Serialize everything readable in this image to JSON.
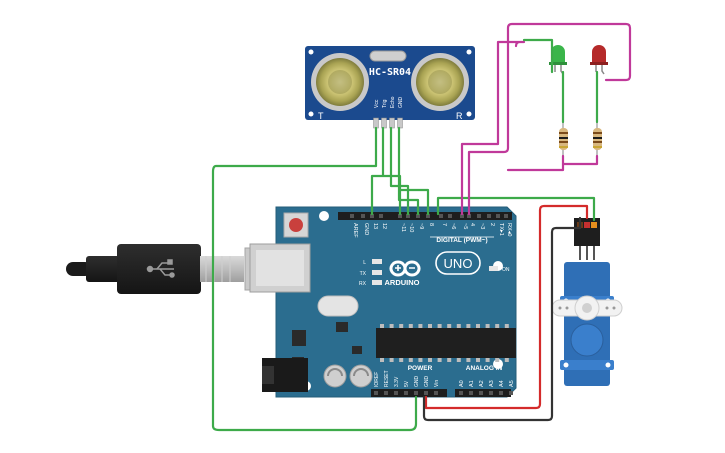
{
  "sensor": {
    "model": "HC-SR04",
    "left_mark": "T",
    "right_mark": "R",
    "pins": [
      "Vcc",
      "Trig",
      "Echo",
      "GND"
    ]
  },
  "board": {
    "brand": "ARDUINO",
    "model": "UNO",
    "on_label": "ON",
    "digital_title": "DIGITAL (PWM~)",
    "power_title": "POWER",
    "analog_title": "ANALOG IN",
    "top_pins": [
      "AREF",
      "GND",
      "13",
      "12",
      "~11",
      "~10",
      "~9",
      "8",
      "7",
      "~6",
      "~5",
      "4",
      "~3",
      "2",
      "TX▸1",
      "RX◂0"
    ],
    "power_pins": [
      "IOREF",
      "RESET",
      "3.3V",
      "5V",
      "GND",
      "GND",
      "Vin"
    ],
    "analog_pins": [
      "A0",
      "A1",
      "A2",
      "A3",
      "A4",
      "A5"
    ],
    "led_labels": [
      "L",
      "TX",
      "RX"
    ]
  },
  "colors": {
    "board": "#2b6d8f",
    "sensor": "#1b4a8e",
    "wire_green": "#3daa4a",
    "wire_magenta": "#c0399a",
    "wire_red": "#d42b2b",
    "wire_black": "#333333",
    "led_green": "#3ab54a",
    "led_red": "#b52a2a",
    "servo": "#2f6fb6"
  }
}
